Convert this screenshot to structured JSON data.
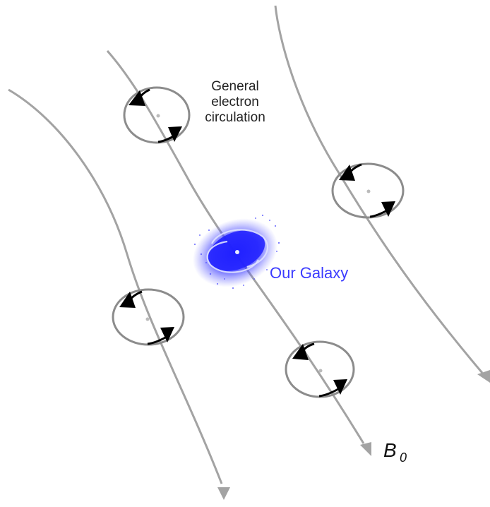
{
  "labels": {
    "general_line1": "General",
    "general_line2": "electron",
    "general_line3": "circulation",
    "galaxy": "Our Galaxy",
    "field_symbol": "B",
    "field_subscript": "0"
  },
  "colors": {
    "field_line": "#a3a3a3",
    "loop": "#8c8c8c",
    "arrowhead": "#000000",
    "galaxy": "#2f2fff",
    "galaxy_label": "#3b3bff",
    "text": "#222222"
  },
  "icons": {
    "field_arrowhead": "triangle-arrowhead",
    "circulation_arrow": "triangle-arrowhead"
  }
}
